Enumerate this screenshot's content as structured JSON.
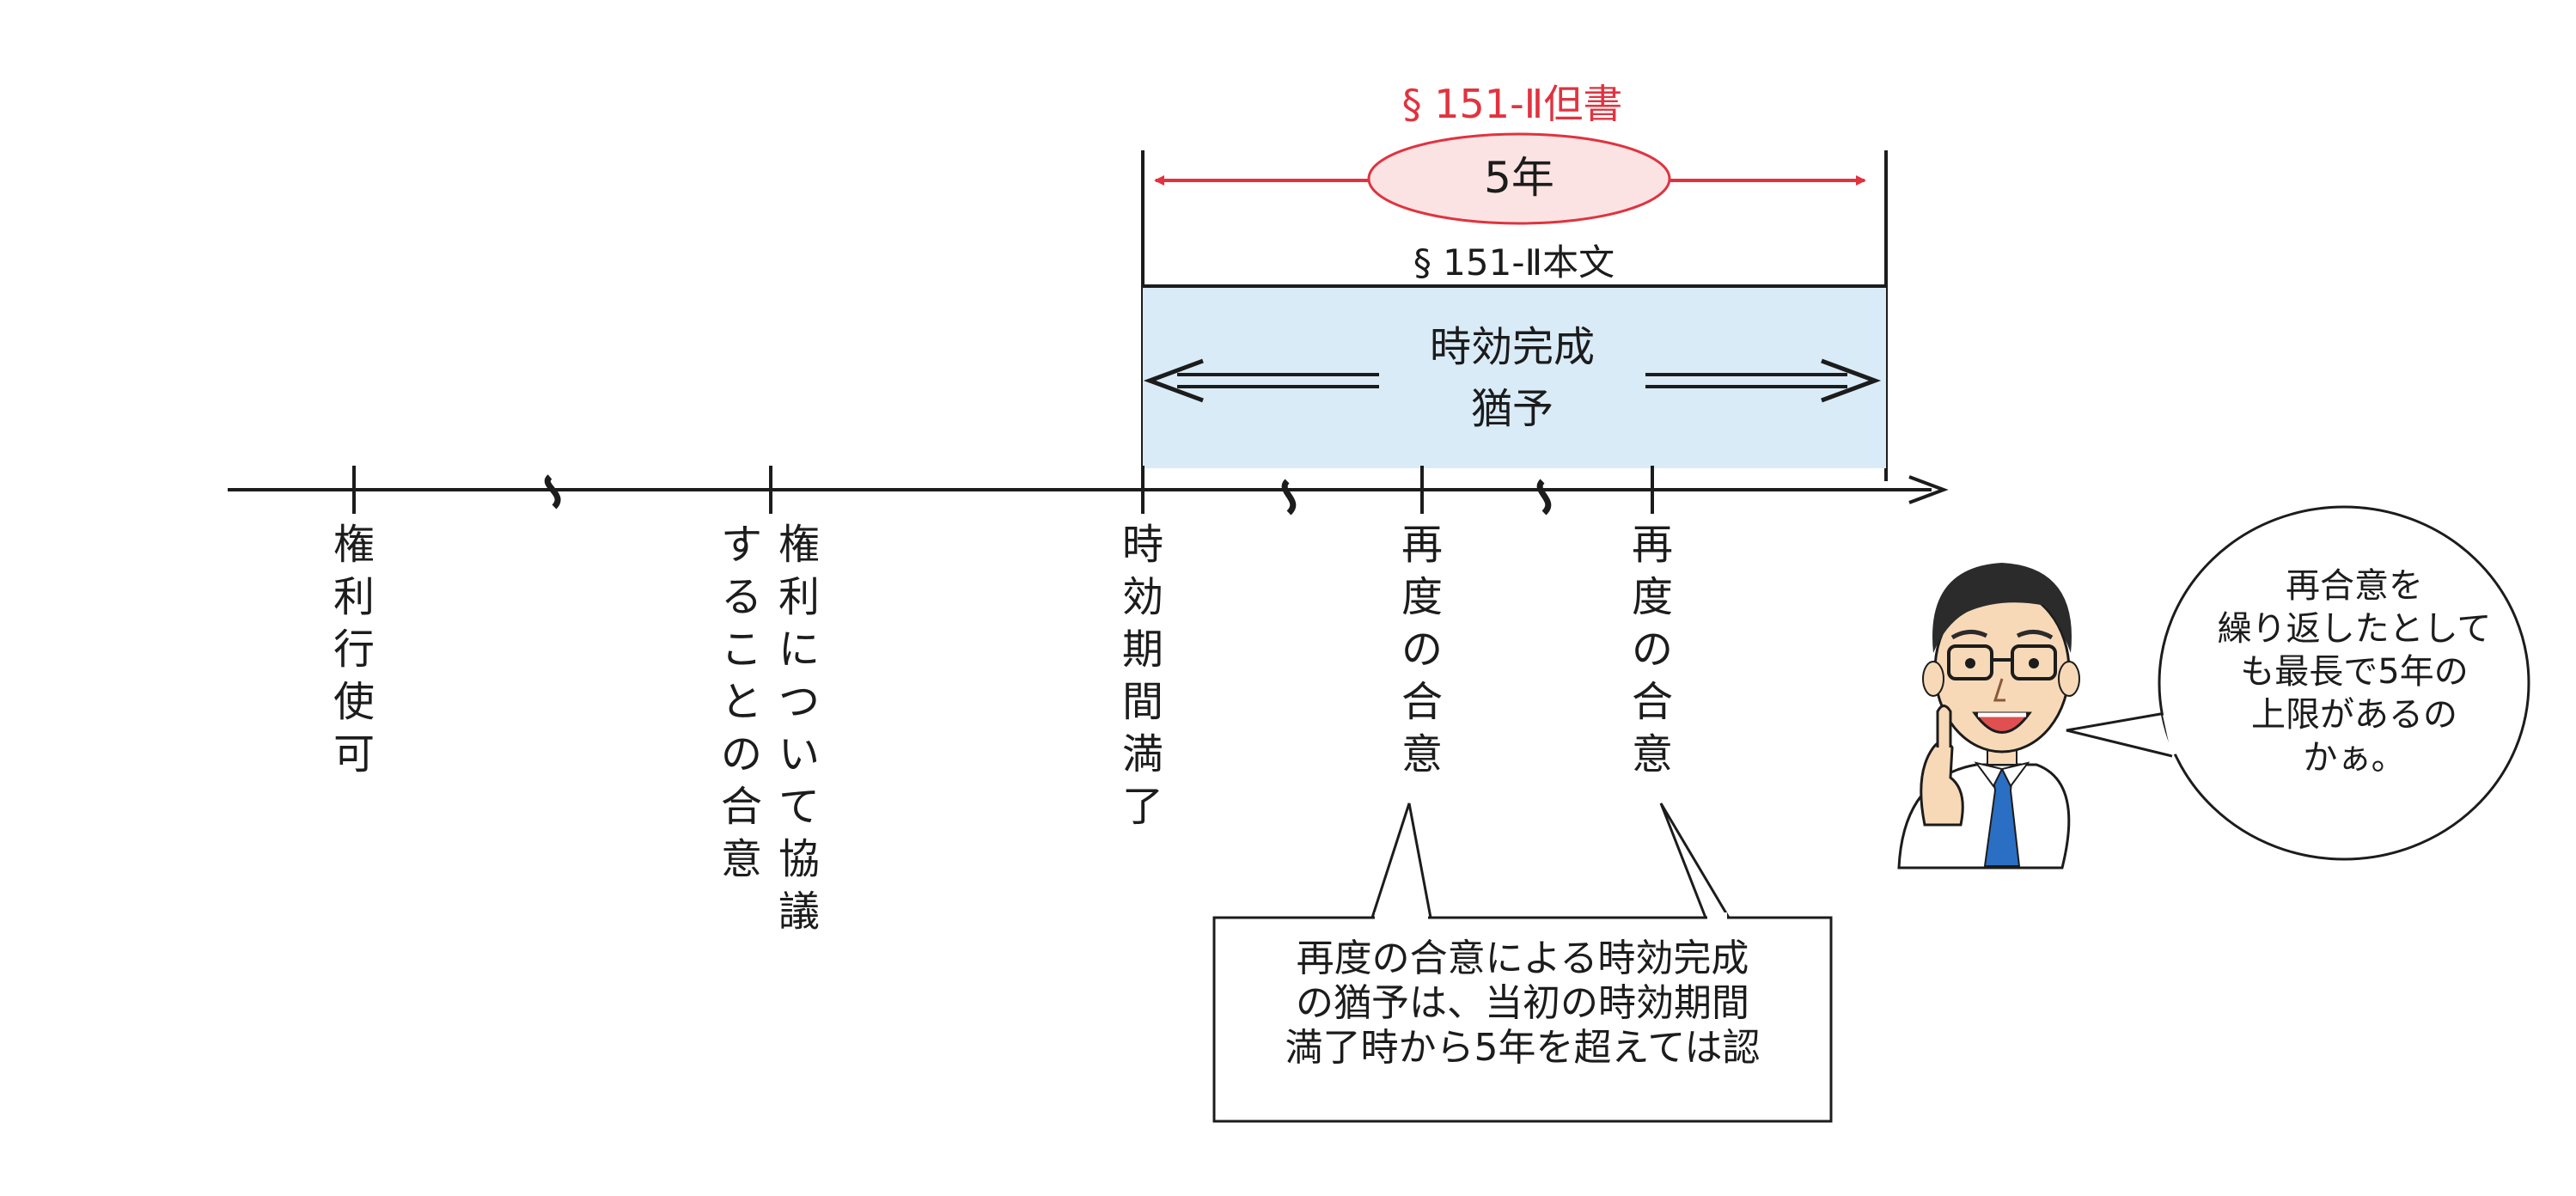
{
  "header": {
    "proviso_label": "§ 151-Ⅱ但書",
    "max_period": "5年",
    "main_text_label": "§ 151-Ⅱ本文"
  },
  "suspension": {
    "line1": "時効完成",
    "line2": "猶予"
  },
  "timeline": {
    "points": [
      {
        "id": "exercisable",
        "columns": [
          "権利行使可"
        ]
      },
      {
        "id": "agreement",
        "columns": [
          "権利について協議",
          "することの合意"
        ]
      },
      {
        "id": "period-expiry",
        "columns": [
          "時効期間満了"
        ]
      },
      {
        "id": "re-agreement-1",
        "columns": [
          "再度の合意"
        ]
      },
      {
        "id": "re-agreement-2",
        "columns": [
          "再度の合意"
        ]
      }
    ]
  },
  "note": {
    "lines": [
      "再度の合意による時効完成",
      "の猶予は、当初の時効期間",
      "満了時から5年を超えては認"
    ]
  },
  "speech": {
    "lines": [
      "再合意を",
      "繰り返したとして",
      "も最長で5年の",
      "上限があるの",
      "かぁ。"
    ]
  },
  "colors": {
    "proviso_red": "#e0333f",
    "oval_fill": "#fbe3e3",
    "band_fill": "#d9ebf7",
    "line": "#1c1c1c",
    "tie": "#2a6fc4",
    "skin": "#f7d9b8"
  }
}
